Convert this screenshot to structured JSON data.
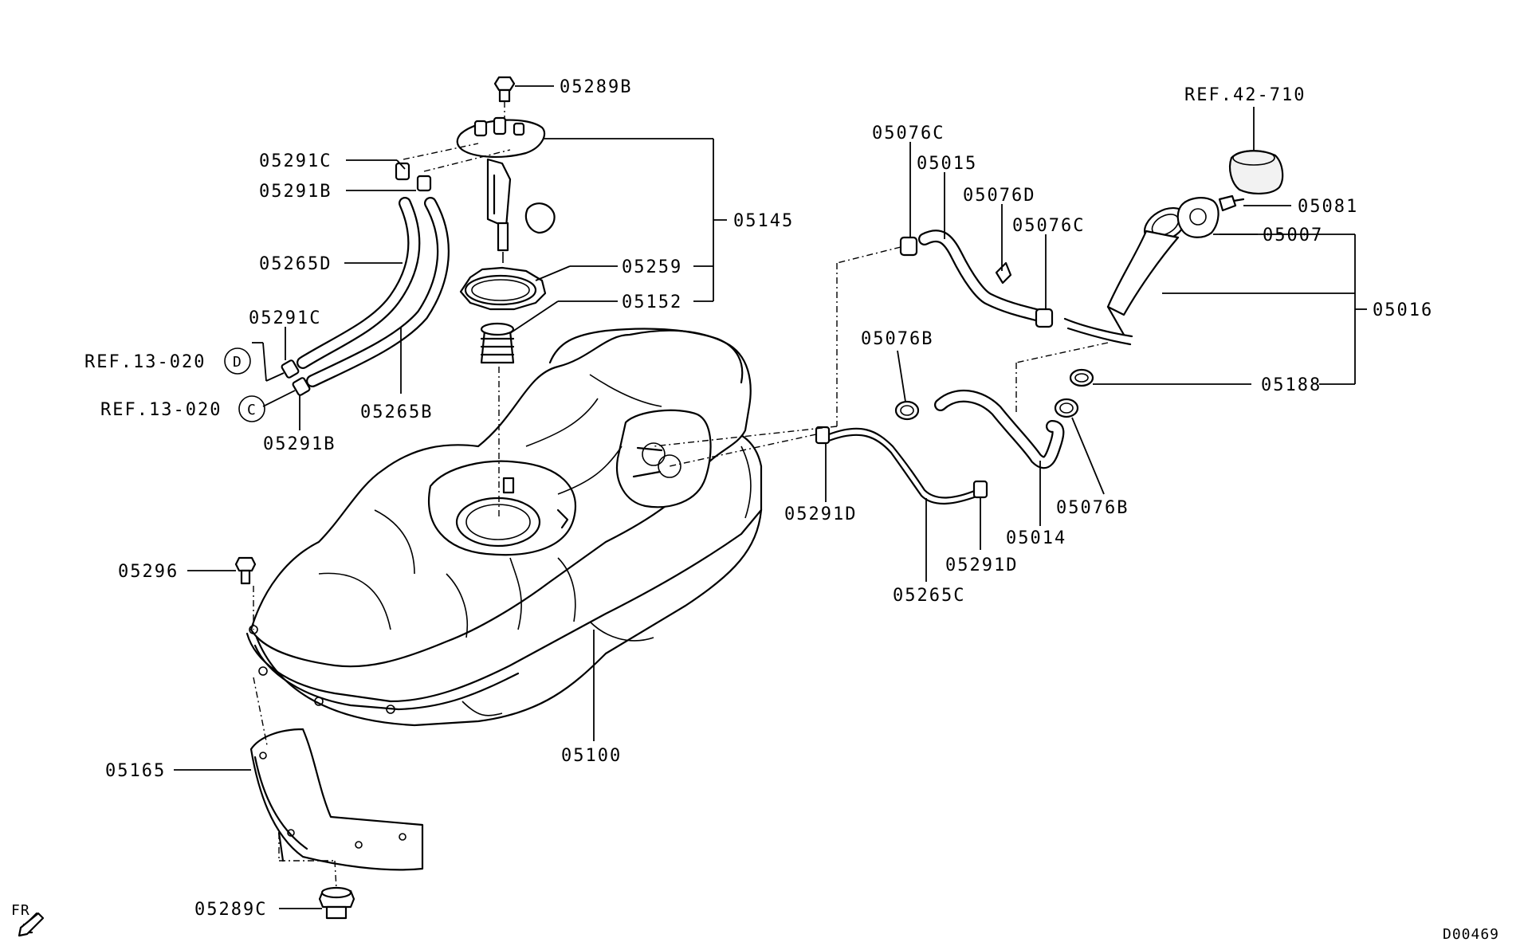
{
  "diagram_id": "D00469",
  "direction_label": "FR",
  "parts": {
    "p05289B": "05289B",
    "p05291C_top": "05291C",
    "p05291B_top": "05291B",
    "p05145": "05145",
    "p05265D": "05265D",
    "p05259": "05259",
    "p05152": "05152",
    "p05291C_left": "05291C",
    "p05291B_left": "05291B",
    "p05265B": "05265B",
    "p05296": "05296",
    "p05165": "05165",
    "p05289C": "05289C",
    "p05100": "05100",
    "p05076C_a": "05076C",
    "p05015": "05015",
    "p05076D": "05076D",
    "p05076C_b": "05076C",
    "p05076B_a": "05076B",
    "p05291D_a": "05291D",
    "p05265C": "05265C",
    "p05291D_b": "05291D",
    "p05014": "05014",
    "p05076B_b": "05076B",
    "p05188": "05188",
    "p05016": "05016",
    "p05007": "05007",
    "p05081": "05081"
  },
  "refs": {
    "ref_d_text": "REF.13-020",
    "ref_d_letter": "D",
    "ref_c_text": "REF.13-020",
    "ref_c_letter": "C",
    "ref_cap_text": "REF.42-710"
  }
}
